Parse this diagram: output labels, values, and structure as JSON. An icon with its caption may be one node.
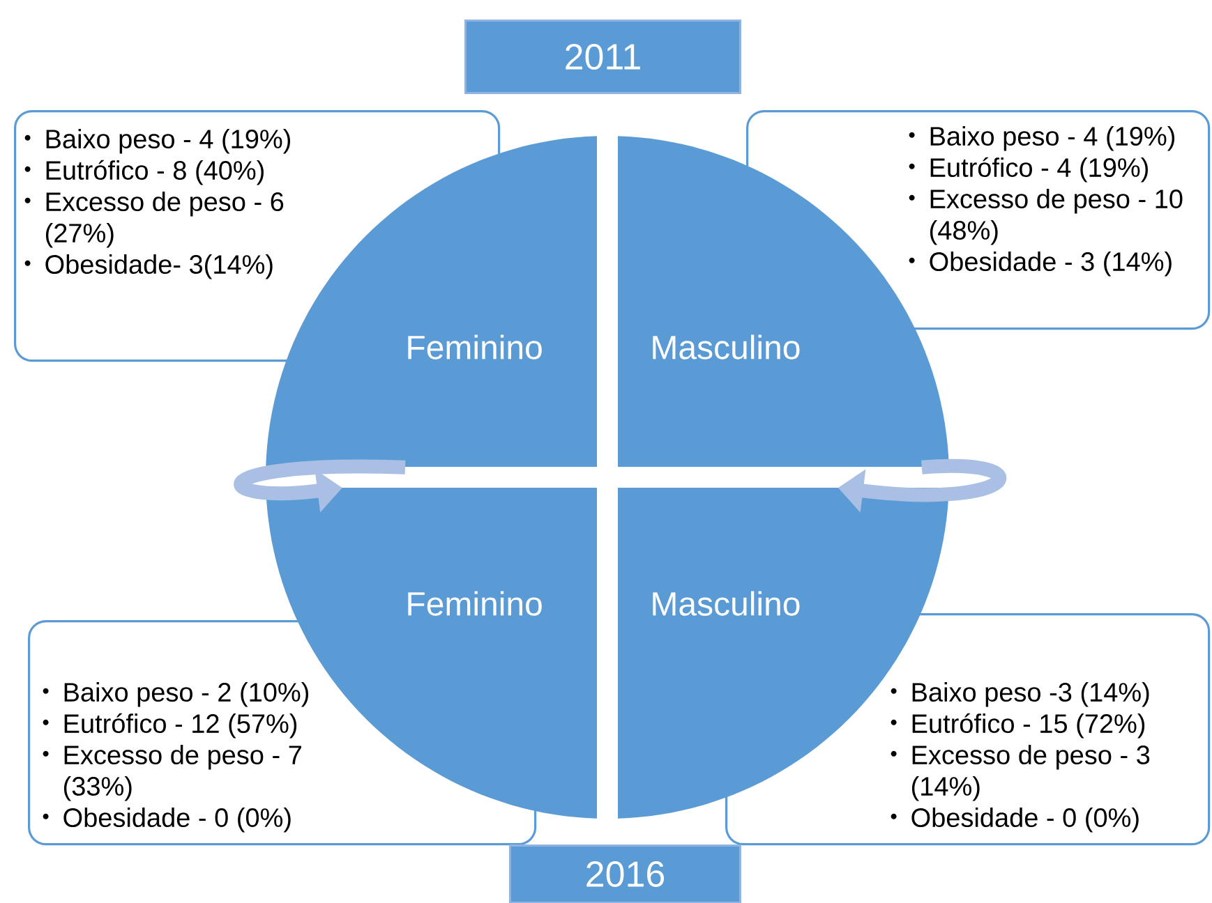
{
  "diagram": {
    "nodes": [
      {
        "text": [
          "2011"
        ]
      },
      {
        "text": [
          "Baixo peso - 4 (19%)",
          "Eutrófico - 8 (40%)",
          "Excesso de peso - 6 (27%)",
          "Obesidade- 3(14%)"
        ]
      },
      {
        "text": [
          "Baixo peso - 4 (19%)",
          "Eutrófico - 4 (19%)",
          "Excesso de peso - 10 (48%)",
          "Obesidade - 3 (14%)"
        ]
      },
      {
        "text": [
          "Feminino"
        ]
      },
      {
        "text": [
          "Masculino"
        ]
      },
      {
        "text": [
          "Feminino"
        ]
      },
      {
        "text": [
          "Masculino"
        ]
      },
      {
        "text": [
          "Baixo peso - 2 (10%)",
          "Eutrófico - 12 (57%)",
          "Excesso de peso - 7 (33%)",
          "Obesidade - 0 (0%)"
        ]
      },
      {
        "text": [
          "Baixo peso -3 (14%)",
          "Eutrófico - 15 (72%)",
          "Excesso de peso - 3 (14%)",
          "Obesidade - 0 (0%)"
        ]
      },
      {
        "text": [
          "2016"
        ]
      }
    ],
    "edges": [
      {
        "from": 3,
        "to": 5,
        "arrow": "to"
      },
      {
        "from": 4,
        "to": 6,
        "arrow": "to"
      }
    ]
  }
}
